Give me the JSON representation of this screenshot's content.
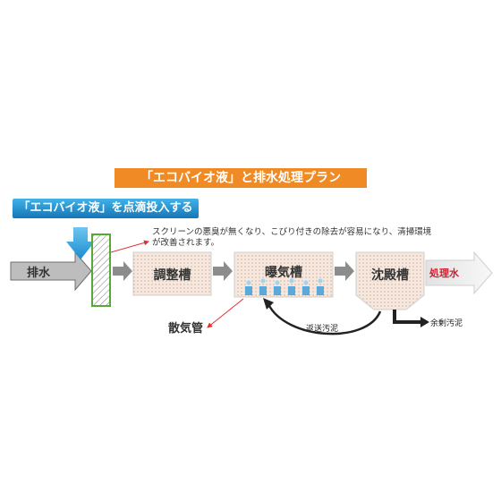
{
  "title": "「エコバイオ液」と排水処理プラン",
  "dose_banner": "「エコバイオ液」を点滴投入する",
  "note": "スクリーンの悪臭が無くなり、こびり付きの除去が容易になり、清掃環境が改善されます。",
  "inflow_label": "排水",
  "tank1": "調整槽",
  "tank2": "曝気槽",
  "tank3": "沈殿槽",
  "aeration_label": "散気管",
  "return_sludge": "返送汚泥",
  "excess_sludge": "余剰汚泥",
  "effluent": "処理水",
  "colors": {
    "banner_orange": "#f08a24",
    "banner_blue": "#1a8bd0",
    "arrow_gray": "#8c8c8c",
    "screen_green": "#58a838",
    "effluent_red": "#d02030",
    "pointer_red": "#e03030"
  }
}
